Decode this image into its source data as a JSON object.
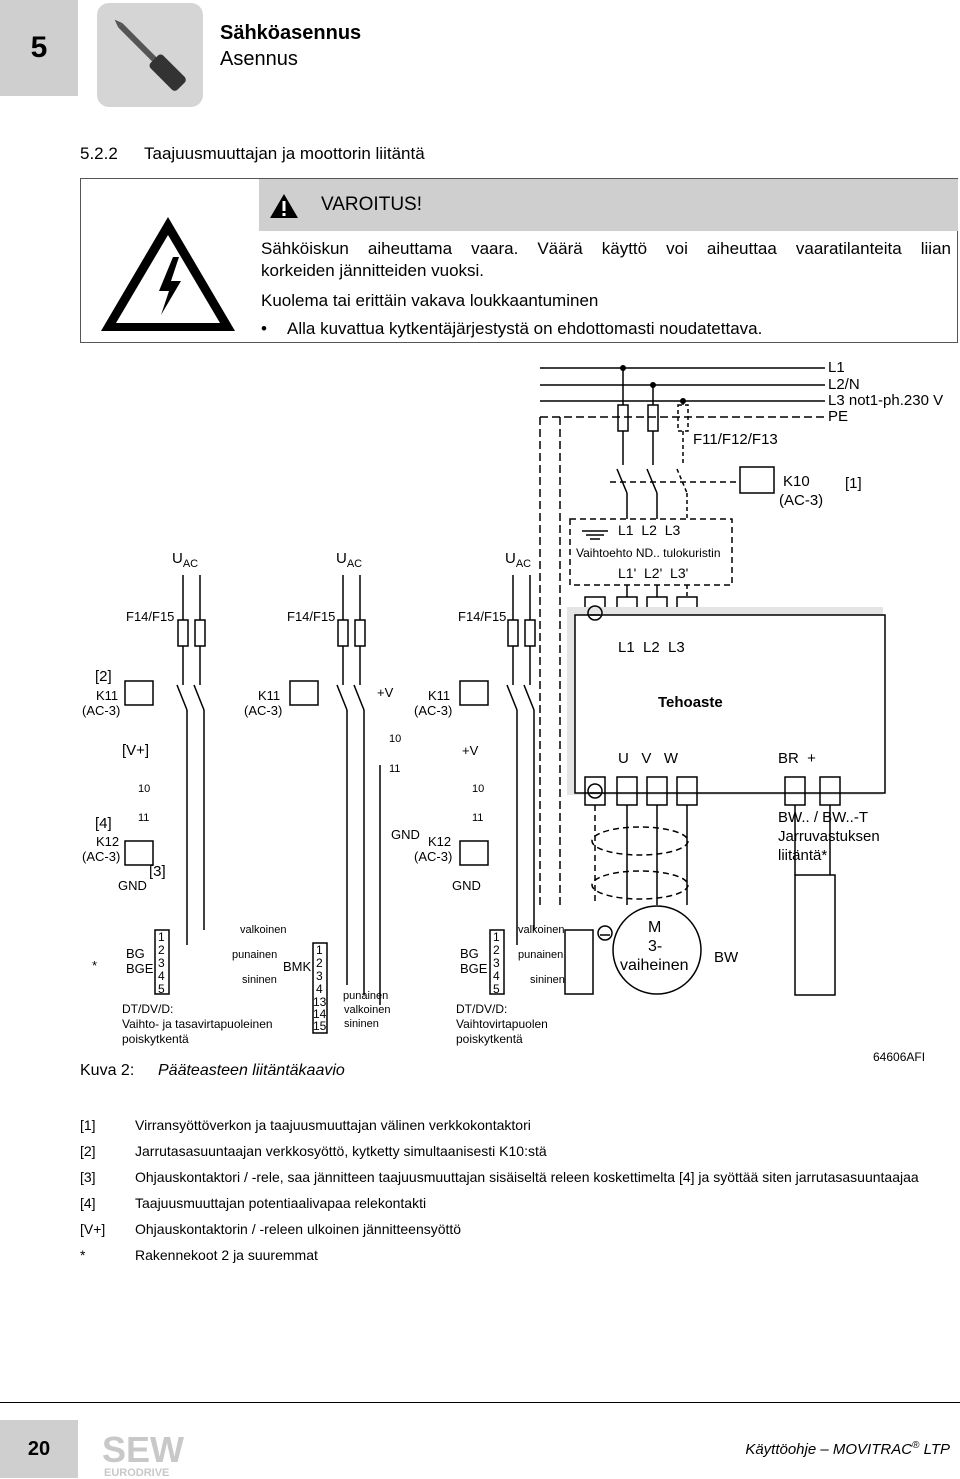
{
  "header": {
    "chapter_number": "5",
    "chapter_title": "Sähköasennus",
    "chapter_subtitle": "Asennus"
  },
  "section": {
    "number": "5.2.2",
    "title": "Taajuusmuuttajan ja moottorin liitäntä"
  },
  "warning": {
    "title": "VAROITUS!",
    "line1": "Sähköiskun aiheuttama vaara. Väärä käyttö voi aiheuttaa vaaratilanteita liian",
    "line2": "korkeiden jännitteiden vuoksi.",
    "line3": "Kuolema tai erittäin vakava loukkaantuminen",
    "bullet": "Alla kuvattua kytkentäjärjestystä on ehdottomasti noudatettava."
  },
  "diagram": {
    "mains": {
      "l1": "L1",
      "l2n": "L2/N",
      "l3": "L3 not1-ph.230 V",
      "pe": "PE"
    },
    "fuses_main": "F11/F12/F13",
    "k10": "K10",
    "k10_type": "(AC-3)",
    "ref1": "[1]",
    "uac": "U",
    "uac_sub": "AC",
    "f14": "F14/F15",
    "choke": {
      "top": "L1  L2  L3",
      "label": "Vaihtoehto ND.. tulokuristin",
      "bottom": "L1'  L2'  L3'"
    },
    "drive": {
      "inputs": "L1  L2  L3",
      "name": "Tehoaste",
      "outputs": "U   V   W",
      "brake": "BR  +"
    },
    "k11": "K11",
    "ac3": "(AC-3)",
    "ref2": "[2]",
    "vplus": "[V+]",
    "plusv": "+V",
    "k12": "K12",
    "ref4": "[4]",
    "ref3": "[3]",
    "gnd": "GND",
    "t10": "10",
    "t11": "11",
    "bw_label1": "BW.. / BW..-T",
    "bw_label2": "Jarruvastuksen",
    "bw_label3": "liitäntä*",
    "star": "*",
    "bg": "BG",
    "bge": "BGE",
    "bmk": "BMK",
    "pins": [
      "1",
      "2",
      "3",
      "4",
      "5"
    ],
    "pins_bmk": [
      "1",
      "2",
      "3",
      "4",
      "13",
      "14",
      "15"
    ],
    "wire_white": "valkoinen",
    "wire_red": "punainen",
    "wire_blue": "sininen",
    "dt1": "DT/DV/D:",
    "dt1_l2": "Vaihto- ja tasavirtapuoleinen",
    "dt1_l3": "poiskytkentä",
    "dt2": "DT/DV/D:",
    "dt2_l2": "Vaihtovirtapuolen",
    "dt2_l3": "poiskytkentä",
    "motor_m": "M",
    "motor_3": "3-",
    "motor_txt": "vaiheinen",
    "bw": "BW"
  },
  "caption": {
    "label": "Kuva 2:",
    "text": "Pääteasteen liitäntäkaavio",
    "id": "64606AFI"
  },
  "legend": [
    {
      "key": "[1]",
      "text": "Virransyöttöverkon ja taajuusmuuttajan välinen verkkokontaktori"
    },
    {
      "key": "[2]",
      "text": "Jarrutasasuuntaajan verkkosyöttö, kytketty simultaanisesti K10:stä"
    },
    {
      "key": "[3]",
      "text": "Ohjauskontaktori / -rele, saa jännitteen taajuusmuuttajan sisäiseltä releen koskettimelta [4] ja syöttää siten jarrutasasuuntaajaa"
    },
    {
      "key": "[4]",
      "text": "Taajuusmuuttajan potentiaalivapaa relekontakti"
    },
    {
      "key": "[V+]",
      "text": "Ohjauskontaktorin / -releen ulkoinen jännitteensyöttö"
    },
    {
      "key": "*",
      "text": "Rakennekoot 2 ja suuremmat"
    }
  ],
  "footer": {
    "page": "20",
    "brand": "SEW",
    "brand_sub": "EURODRIVE",
    "manual": "Käyttöohje – MOVITRAC",
    "manual_reg": "®",
    "manual_suffix": " LTP"
  }
}
